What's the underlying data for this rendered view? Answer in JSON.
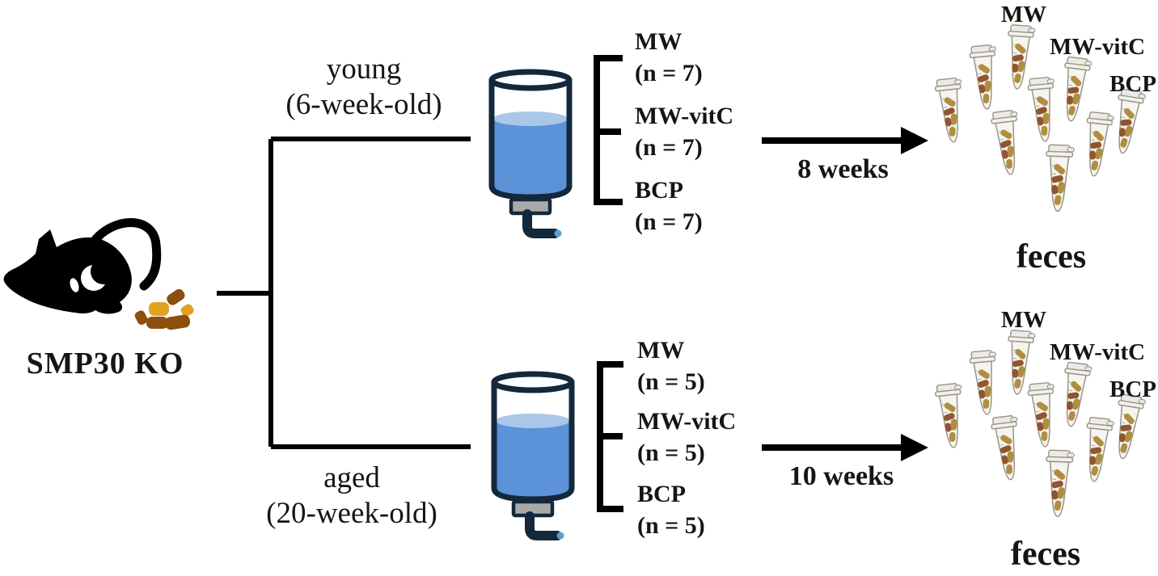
{
  "subject": {
    "label": "SMP30 KO"
  },
  "groups": [
    {
      "age_line1": "young",
      "age_line2": "(6-week-old)",
      "treatments": [
        {
          "name": "MW",
          "count": "(n = 7)"
        },
        {
          "name": "MW-vitC",
          "count": "(n = 7)"
        },
        {
          "name": "BCP",
          "count": "(n = 7)"
        }
      ],
      "duration": "8 weeks",
      "tube_labels": [
        "MW",
        "MW-vitC",
        "BCP"
      ],
      "sample_caption": "feces"
    },
    {
      "age_line1": "aged",
      "age_line2": "(20-week-old)",
      "treatments": [
        {
          "name": "MW",
          "count": "(n = 5)"
        },
        {
          "name": "MW-vitC",
          "count": "(n = 5)"
        },
        {
          "name": "BCP",
          "count": "(n = 5)"
        }
      ],
      "duration": "10 weeks",
      "tube_labels": [
        "MW",
        "MW-vitC",
        "BCP"
      ],
      "sample_caption": "feces"
    }
  ],
  "icons": {
    "mouse": "mouse-silhouette-icon",
    "feces_pellets": "feces-pellets-icon",
    "water_bottle": "water-bottle-icon",
    "group_bracket": "bracket-icon",
    "timeline_arrow": "arrow-right-icon",
    "sample_tube": "microcentrifuge-tube-icon"
  },
  "colors": {
    "line_black": "#111111",
    "bottle_outline": "#14283c",
    "water_blue": "#5b92d8",
    "water_surface": "#a9c7e9",
    "cap_gray": "#a9a9a9",
    "spout_tip_blue": "#5d9fd0",
    "pellet_amber": "#e2a21f",
    "pellet_brown": "#8e4e0d",
    "tube_pellet_brown": "#91562f",
    "tube_pellet_tan": "#b08e41",
    "tube_body": "#f6f4ee",
    "tube_outline": "#98948a"
  }
}
